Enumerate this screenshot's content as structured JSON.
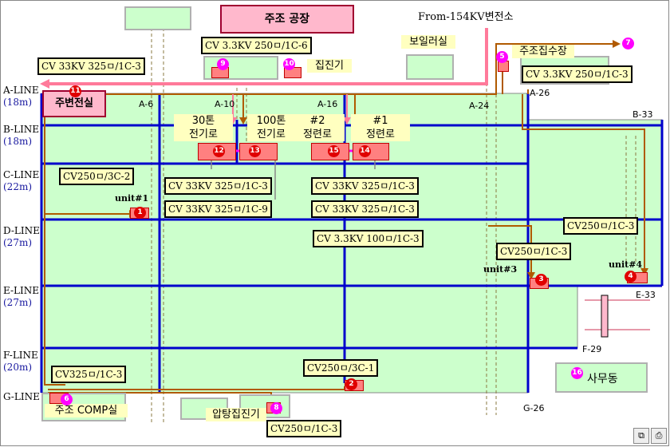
{
  "title": {
    "main_plant": "주조 공장",
    "from_substation": "From-154KV변전소",
    "boiler": "보일러실",
    "dust_collector": "집진기",
    "water_tank": "주조집수장",
    "main_substation": "주변전실",
    "comp_room": "주조 COMP실",
    "press_dust": "압탕집진기",
    "office": "사무동"
  },
  "lines": [
    {
      "name": "A-LINE",
      "dist": "(18m)"
    },
    {
      "name": "B-LINE",
      "dist": "(18m)"
    },
    {
      "name": "C-LINE",
      "dist": "(22m)"
    },
    {
      "name": "D-LINE",
      "dist": "(27m)"
    },
    {
      "name": "E-LINE",
      "dist": "(27m)"
    },
    {
      "name": "F-LINE",
      "dist": "(20m)"
    },
    {
      "name": "G-LINE",
      "dist": ""
    }
  ],
  "columns": {
    "a6": "A-6",
    "a10": "A-10",
    "a16": "A-16",
    "a24": "A-24",
    "a26": "A-26",
    "b33": "B-33",
    "e33": "E-33",
    "f29": "F-29",
    "g26": "G-26"
  },
  "furnaces": {
    "f30": "30톤\n전기로",
    "f100": "100톤\n전기로",
    "r2": "#2\n정련로",
    "r1": "#1\n정련로"
  },
  "units": {
    "u1": "unit#1",
    "u3": "unit#3",
    "u4": "unit#4"
  },
  "cables": {
    "c1": "CV 33KV 325ㅁ/1C-3",
    "c2": "CV 3.3KV 250ㅁ/1C-6",
    "c3": "CV 3.3KV 250ㅁ/1C-3",
    "c4": "CV250ㅁ/3C-2",
    "c5": "CV 33KV 325ㅁ/1C-3",
    "c6": "CV 33KV 325ㅁ/1C-9",
    "c7": "CV 33KV 325ㅁ/1C-3",
    "c8": "CV 33KV 325ㅁ/1C-3",
    "c9": "CV 3.3KV 100ㅁ/1C-3",
    "c10": "CV250ㅁ/1C-3",
    "c11": "CV250ㅁ/1C-3",
    "c12": "CV325ㅁ/1C-3",
    "c13": "CV250ㅁ/3C-1",
    "c14": "CV250ㅁ/1C-3"
  },
  "badges": {
    "b1": "1",
    "b2": "2",
    "b3": "3",
    "b4": "4",
    "b5": "5",
    "b6": "6",
    "b7": "7",
    "b8": "8",
    "b9": "9",
    "b10": "10",
    "b11": "11",
    "b12": "12",
    "b13": "13",
    "b14": "14",
    "b15": "15",
    "b16": "16"
  },
  "colors": {
    "grid": "#0000cc",
    "feeder": "#b05a00",
    "main_feed": "#ff7a9a",
    "floor": "#ccffcc"
  },
  "toolbar": {
    "copy_icon": "copy-icon",
    "print_icon": "print-icon"
  }
}
